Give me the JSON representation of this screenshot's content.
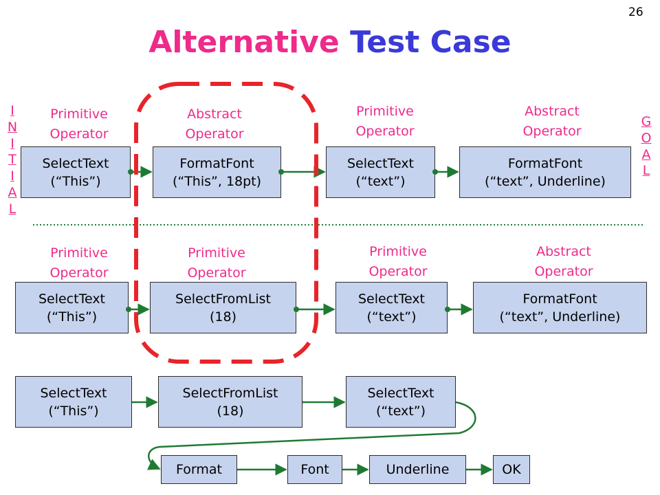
{
  "slide_number": "26",
  "title": {
    "word1": "Alternative",
    "word2": "Test Case"
  },
  "side_labels": {
    "initial": [
      "I",
      "N",
      "I",
      "T",
      "I",
      "A",
      "L"
    ],
    "goal": [
      "G",
      "O",
      "A",
      "L"
    ]
  },
  "row1": {
    "labels": [
      "Primitive\nOperator",
      "Abstract\nOperator",
      "Primitive\nOperator",
      "Abstract\nOperator"
    ],
    "boxes": [
      "SelectText\n(“This”)",
      "FormatFont\n(“This”, 18pt)",
      "SelectText\n(“text”)",
      "FormatFont\n(“text”, Underline)"
    ]
  },
  "row2": {
    "labels": [
      "Primitive\nOperator",
      "Primitive\nOperator",
      "Primitive\nOperator",
      "Abstract\nOperator"
    ],
    "boxes": [
      "SelectText\n(“This”)",
      "SelectFromList\n(18)",
      "SelectText\n(“text”)",
      "FormatFont\n(“text”, Underline)"
    ]
  },
  "row3": {
    "boxes": [
      "SelectText\n(“This”)",
      "SelectFromList\n(18)",
      "SelectText\n(“text”)"
    ]
  },
  "row4": {
    "boxes": [
      "Format",
      "Font",
      "Underline",
      "OK"
    ]
  },
  "colors": {
    "pink": "#ee2a8a",
    "blue": "#3a3ad8",
    "box_fill": "#c6d3ee",
    "arrow": "#1e7a33",
    "highlight": "#e8242a"
  }
}
